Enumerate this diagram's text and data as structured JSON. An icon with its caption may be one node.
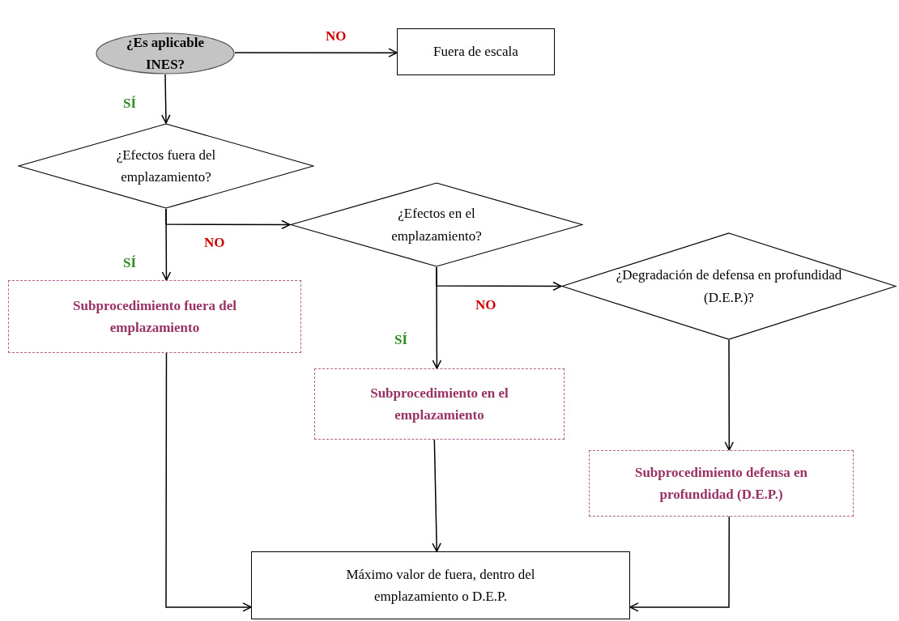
{
  "diagram": {
    "nodes": [
      {
        "text": [
          "¿Es aplicable INES?"
        ]
      },
      {
        "text": [
          "Fuera de escala"
        ]
      },
      {
        "text": [
          "¿Efectos fuera del emplazamiento?"
        ]
      },
      {
        "text": [
          "¿Efectos en el emplazamiento?"
        ]
      },
      {
        "text": [
          "¿Degradación de defensa en profundidad (D.E.P.)?"
        ]
      },
      {
        "text": [
          "Subprocedimiento fuera del emplazamiento"
        ]
      },
      {
        "text": [
          "Subprocedimiento en el emplazamiento"
        ]
      },
      {
        "text": [
          "Subprocedimiento defensa en profundidad (D.E.P.)"
        ]
      },
      {
        "text": [
          "Máximo valor de fuera, dentro del emplazamiento o D.E.P."
        ]
      }
    ],
    "edges": [
      {
        "from": 0,
        "to": 1,
        "arrow": "to",
        "label": "NO"
      },
      {
        "from": 0,
        "to": 2,
        "arrow": "to",
        "label": "SÍ"
      },
      {
        "from": 2,
        "to": 3,
        "arrow": "to",
        "label": "NO"
      },
      {
        "from": 2,
        "to": 5,
        "arrow": "to",
        "label": "SÍ"
      },
      {
        "from": 3,
        "to": 4,
        "arrow": "to",
        "label": "NO"
      },
      {
        "from": 3,
        "to": 6,
        "arrow": "to",
        "label": "SÍ"
      },
      {
        "from": 4,
        "to": 7,
        "arrow": "to"
      },
      {
        "from": 5,
        "to": 8,
        "arrow": "to"
      },
      {
        "from": 6,
        "to": 8,
        "arrow": "to"
      },
      {
        "from": 7,
        "to": 8,
        "arrow": "to"
      }
    ]
  }
}
